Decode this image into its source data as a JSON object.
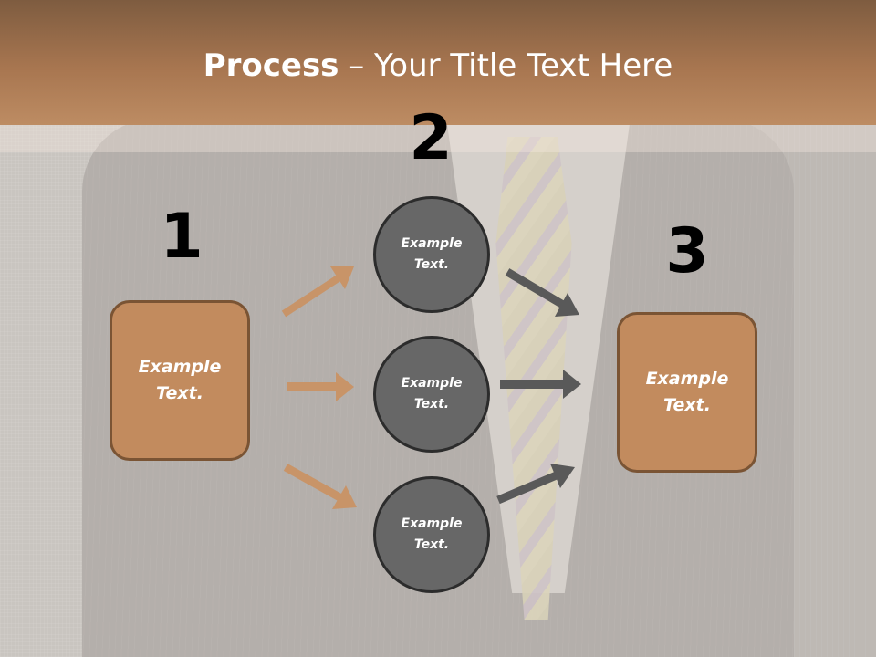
{
  "slide": {
    "title_bold": "Process",
    "title_rest": " – Your Title Text Here"
  },
  "steps": [
    {
      "number": "1",
      "box_text": "Example\nText."
    },
    {
      "number": "2",
      "circles": [
        "Example\nText.",
        "Example\nText.",
        "Example\nText."
      ]
    },
    {
      "number": "3",
      "box_text": "Example\nText."
    }
  ],
  "colors": {
    "title_bar": "#a87650",
    "box_fill": "#c28b5e",
    "circle_fill": "#676767",
    "arrow_tan": "#c89468",
    "arrow_dark": "#595959"
  }
}
